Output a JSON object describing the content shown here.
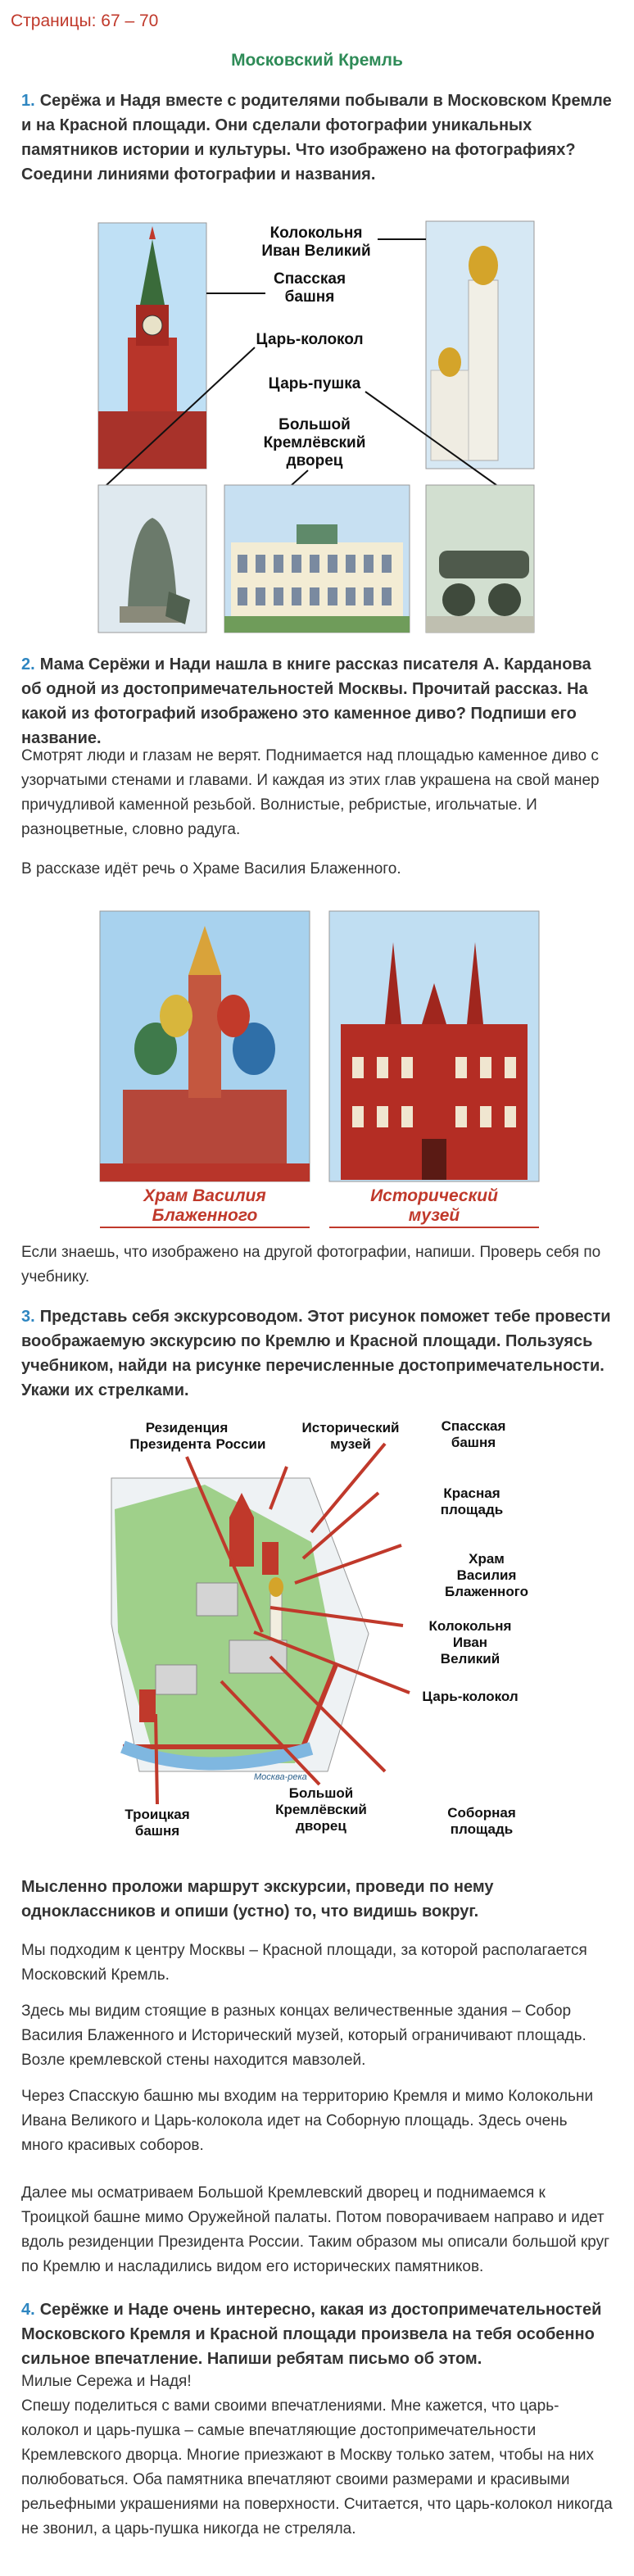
{
  "header": {
    "pages": "Страницы: 67 – 70",
    "title": "Московский Кремль"
  },
  "task1": {
    "num": "1.",
    "text": "Серёжа и Надя вместе с родителями побывали в Московском Кремле и на Красной площади. Они сделали фотографии уникальных памятников истории и культуры. Что изображено на фотографиях? Соедини линиями фотографии и названия.",
    "labels": {
      "bell_tower": [
        "Колокольня",
        "Иван Великий"
      ],
      "spasskaya": [
        "Спасская",
        "башня"
      ],
      "tsar_bell": [
        "Царь-колокол"
      ],
      "tsar_cannon": [
        "Царь-пушка"
      ],
      "palace": [
        "Большой",
        "Кремлёвский",
        "дворец"
      ]
    }
  },
  "task2": {
    "num": "2.",
    "text": "Мама Серёжи и Нади нашла в книге рассказ писателя А. Карданова об одной из достопримечательностей Москвы. Прочитай рассказ. На какой из фотографий изображено это каменное диво? Подпиши его название.",
    "story": "Смотрят люди и глазам не верят. Поднимается над площадью каменное диво с узорчатыми стенами и главами. И каждая из этих глав украшена на свой манер причудливой каменной резьбой. Волнистые, ребристые, игольчатые. И разноцветные, словно радуга.",
    "answer": "В рассказе идёт речь о Храме Василия Блаженного.",
    "cap_left": [
      "Храм Василия",
      "Блаженного"
    ],
    "cap_right": [
      "Исторический",
      "музей"
    ],
    "after": "Если знаешь, что изображено на другой фотографии, напиши. Проверь себя по учебнику."
  },
  "task3": {
    "num": "3.",
    "text": "Представь себя экскурсоводом. Этот рисунок поможет тебе провести воображаемую экскурсию по Кремлю и Красной площади. Пользуясь учебником, найди на рисунке перечисленные достопримечательности. Укажи их стрелками.",
    "labels": {
      "residence": [
        "Резиденция",
        "Президента",
        "России"
      ],
      "museum": [
        "Исторический",
        "музей"
      ],
      "spasskaya": [
        "Спасская",
        "башня"
      ],
      "red_square": [
        "Красная",
        "площадь"
      ],
      "basil": [
        "Храм",
        "Василия",
        "Блаженного"
      ],
      "bell_tower": [
        "Колокольня",
        "Иван",
        "Великий"
      ],
      "tsar_bell": [
        "Царь-колокол"
      ],
      "troitskaya": [
        "Троицкая",
        "башня"
      ],
      "palace": [
        "Большой",
        "Кремлёвский",
        "дворец"
      ],
      "cathedral": [
        "Соборная",
        "площадь"
      ]
    },
    "river": "Москва-река",
    "route_task": "Мысленно проложи маршрут экскурсии, проведи по нему одноклассников и опиши (устно) то, что видишь вокруг.",
    "p1": "Мы подходим к центру Москвы – Красной площади, за которой располагается Московский Кремль.",
    "p2": "Здесь мы видим стоящие в разных концах величественные здания – Собор Василия Блаженного и Исторический музей, который ограничивают площадь. Возле кремлевской стены находится мавзолей.",
    "p3": "Через Спасскую башню мы входим на территорию Кремля и мимо Колокольни Ивана Великого и Царь-колокола идет на Соборную площадь. Здесь очень много красивых соборов.",
    "p4": "Далее мы осматриваем Большой Кремлевский дворец и поднимаемся к Троицкой башне мимо Оружейной палаты. Потом поворачиваем направо и идет вдоль резиденции Президента России. Таким образом мы описали большой круг по Кремлю и насладились видом его исторических памятников."
  },
  "task4": {
    "num": "4.",
    "text": "Серёжке и Наде очень интересно, какая из достопримечательностей Московского Кремля и Красной площади произвела на тебя особенно сильное впечатление. Напиши ребятам письмо об этом.",
    "greeting": "Милые Сережа и Надя!",
    "letter": "Спешу поделиться с вами своими впечатлениями. Мне кажется, что царь-колокол и царь-пушка – самые впечатляющие достопримечательности Кремлевского дворца. Многие приезжают в Москву только затем, чтобы на них полюбоваться. Оба памятника впечатляют своими размерами и красивыми рельефными украшениями на поверхности. Считается, что царь-колокол никогда не звонил, а царь-пушка никогда не стреляла."
  },
  "colors": {
    "pages": "#c0392b",
    "title": "#2e8b57",
    "num": "#2e86c1",
    "caption": "#c0392b"
  }
}
